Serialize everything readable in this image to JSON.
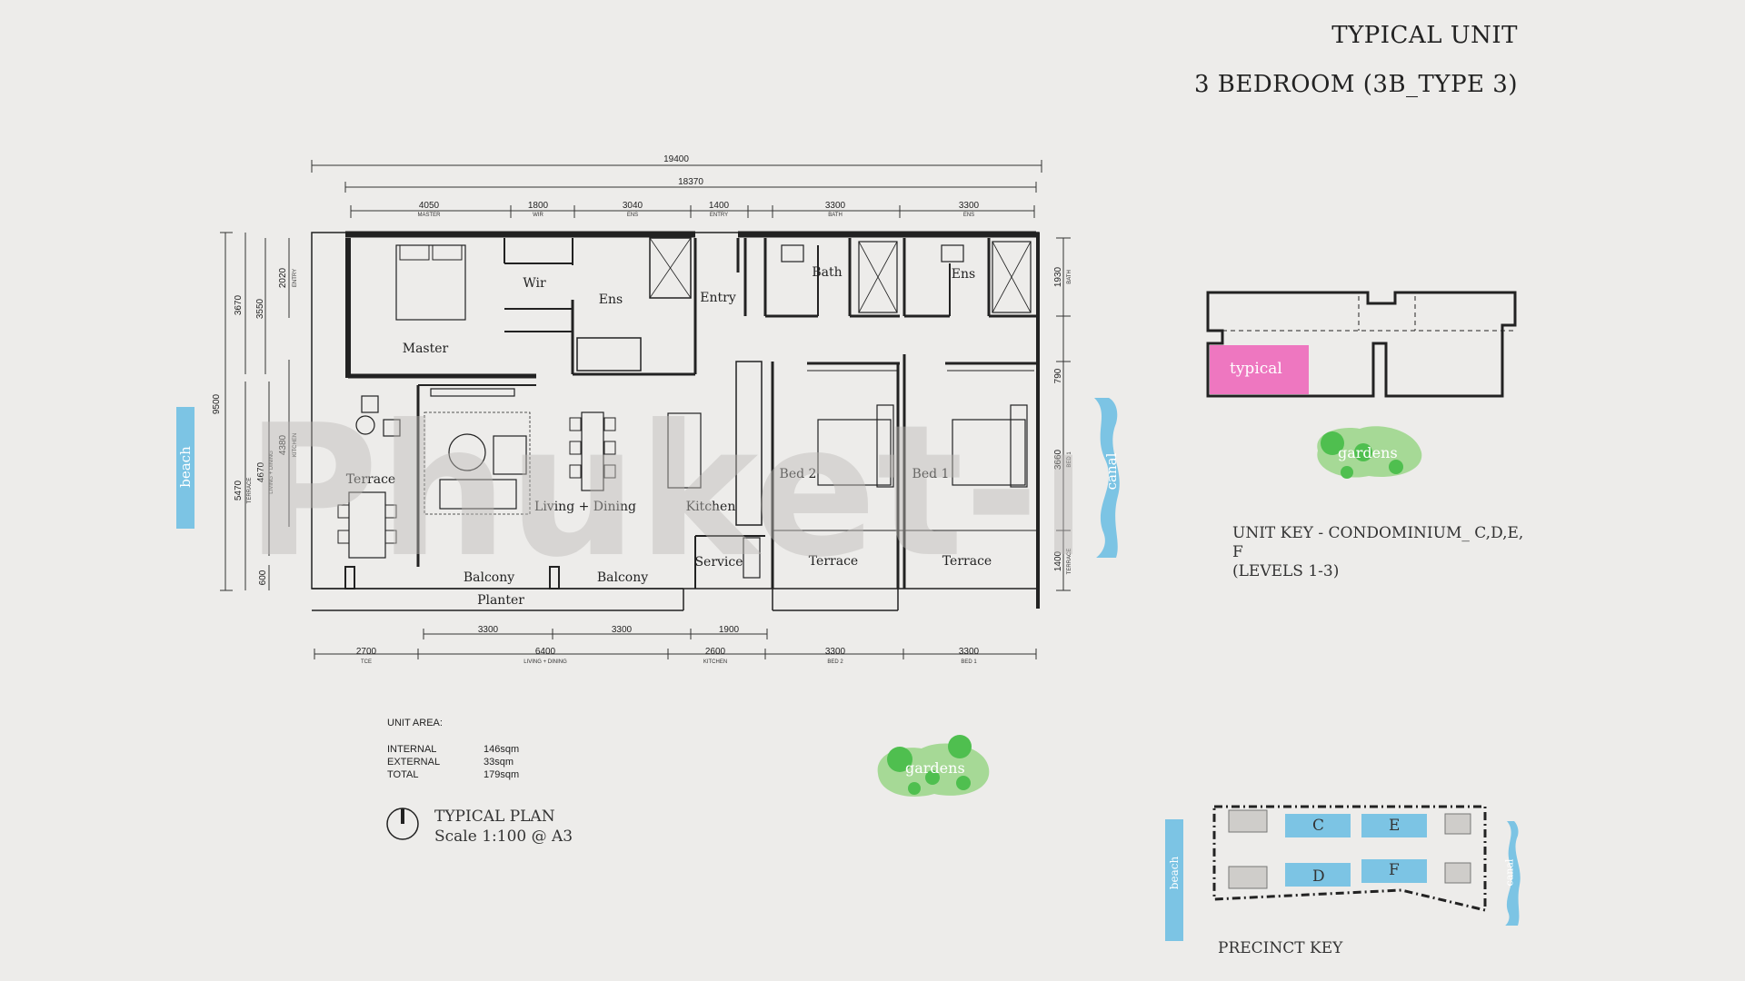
{
  "header": {
    "line1": "TYPICAL UNIT",
    "line2": "3 BEDROOM (3B_TYPE 3)"
  },
  "watermark": "Phuket-net",
  "dimensions": {
    "top_overall": "19400",
    "top_inner": "18370",
    "top_segments": [
      {
        "value": "4050",
        "sub": "MASTER"
      },
      {
        "value": "1800",
        "sub": "WIR"
      },
      {
        "value": "3040",
        "sub": "ENS"
      },
      {
        "value": "1400",
        "sub": "ENTRY"
      },
      {
        "value": "3300",
        "sub": "BATH"
      },
      {
        "value": "3300",
        "sub": "ENS"
      }
    ],
    "bottom_upper": [
      {
        "value": "3300"
      },
      {
        "value": "3300"
      },
      {
        "value": "1900"
      }
    ],
    "bottom_segments": [
      {
        "value": "2700",
        "sub": "TCE"
      },
      {
        "value": "6400",
        "sub": "LIVING + DINING"
      },
      {
        "value": "2600",
        "sub": "KITCHEN"
      },
      {
        "value": "3300",
        "sub": "BED 2"
      },
      {
        "value": "3300",
        "sub": "BED 1"
      }
    ],
    "left_overall": "9500",
    "left_a": "3670",
    "left_b": "3550",
    "left_c": {
      "value": "2020",
      "sub": "ENTRY"
    },
    "left_d": "5470",
    "left_d_sub": "TERRACE",
    "left_e": {
      "value": "4670",
      "sub": "LIVING + DINING"
    },
    "left_f": {
      "value": "4380",
      "sub": "KITCHEN"
    },
    "left_g": "600",
    "right_a": {
      "value": "1930",
      "sub": "BATH"
    },
    "right_b": "790",
    "right_c": {
      "value": "3660",
      "sub": "BED 1"
    },
    "right_d": {
      "value": "1400",
      "sub": "TERRACE"
    }
  },
  "rooms": {
    "master": "Master",
    "wir": "Wir",
    "ens1": "Ens",
    "entry": "Entry",
    "bath": "Bath",
    "ens2": "Ens",
    "terrace_left": "Terrace",
    "living": "Living + Dining",
    "kitchen": "Kitchen",
    "bed2": "Bed 2",
    "bed1": "Bed 1",
    "service": "Service",
    "terrace_mid": "Terrace",
    "terrace_right": "Terrace",
    "balcony1": "Balcony",
    "balcony2": "Balcony",
    "planter": "Planter"
  },
  "labels": {
    "beach": "beach",
    "canal": "canal",
    "gardens": "gardens"
  },
  "unit_key": {
    "typical": "typical",
    "gardens": "gardens",
    "line1": "UNIT KEY - CONDOMINIUM_ C,D,E,",
    "line2": "F",
    "line3": "(LEVELS 1-3)"
  },
  "area": {
    "heading": "UNIT AREA:",
    "rows": [
      {
        "label": "INTERNAL",
        "value": "146sqm"
      },
      {
        "label": "EXTERNAL",
        "value": "33sqm"
      },
      {
        "label": "TOTAL",
        "value": "179sqm"
      }
    ]
  },
  "plan": {
    "title": "TYPICAL PLAN",
    "scale": "Scale 1:100 @ A3"
  },
  "precinct": {
    "title": "PRECINCT KEY",
    "beach": "beach",
    "canal": "canal",
    "blocks": [
      "C",
      "E",
      "D",
      "F"
    ]
  },
  "colors": {
    "accent_pink": "#ee77c0",
    "water_blue": "#7cc4e4",
    "garden_green": "#4fbf4f",
    "garden_light": "#a6d996"
  }
}
